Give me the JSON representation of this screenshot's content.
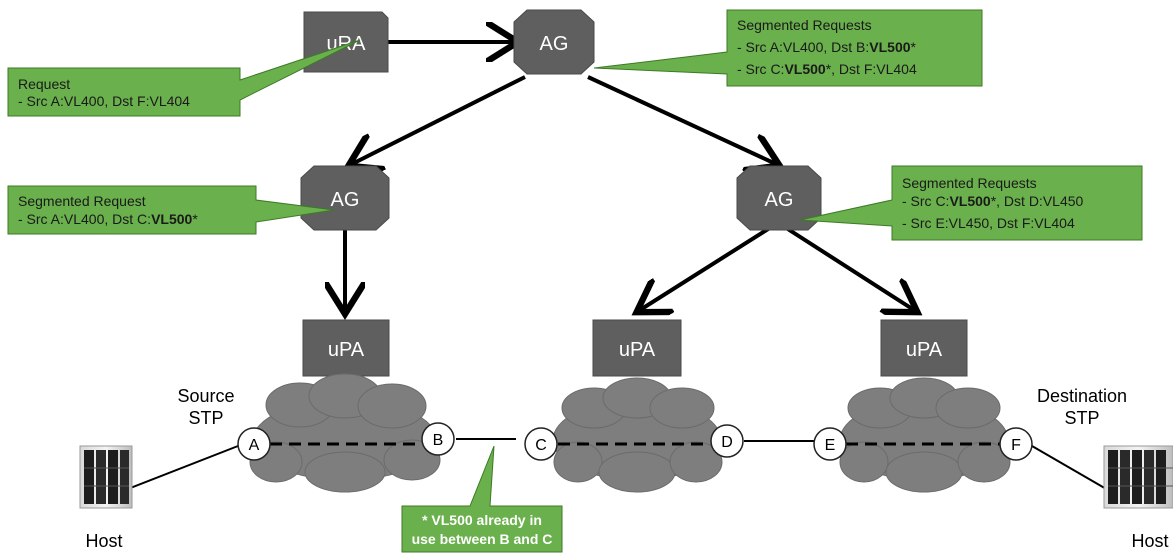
{
  "nodes": {
    "ura": "uRA",
    "ag_top": "AG",
    "ag_left": "AG",
    "ag_right": "AG",
    "upa_left": "uPA",
    "upa_mid": "uPA",
    "upa_right": "uPA"
  },
  "callouts": {
    "request": {
      "title": "Request",
      "line1": "- Src A:VL400, Dst F:VL404"
    },
    "segmented_top": {
      "title": "Segmented Requests",
      "line1_pre": "- Src A:VL400, Dst B:",
      "line1_bold": "VL500",
      "line1_post": "*",
      "line2_pre": "- Src C:",
      "line2_bold": "VL500",
      "line2_post": "*, Dst F:VL404"
    },
    "segmented_left": {
      "title": "Segmented Request",
      "line1_pre": "- Src A:VL400, Dst C:",
      "line1_bold": "VL500",
      "line1_post": "*"
    },
    "segmented_right": {
      "title": "Segmented Requests",
      "line1_pre": "- Src C:",
      "line1_bold": "VL500",
      "line1_post": "*, Dst D:VL450",
      "line2": "- Src E:VL450, Dst F:VL404"
    },
    "note": {
      "line1": "* VL500 already in",
      "line2": "use between B and C"
    }
  },
  "stps": [
    "A",
    "B",
    "C",
    "D",
    "E",
    "F"
  ],
  "labels": {
    "source_line1": "Source",
    "source_line2": "STP",
    "dest_line1": "Destination",
    "dest_line2": "STP",
    "host_left": "Host",
    "host_right": "Host"
  },
  "colors": {
    "node_fill": "#5f5f5f",
    "callout_fill": "#6ab04c",
    "callout_stroke": "#3d7a26",
    "cloud_fill": "#7e7e7e",
    "arrow": "#000000"
  }
}
